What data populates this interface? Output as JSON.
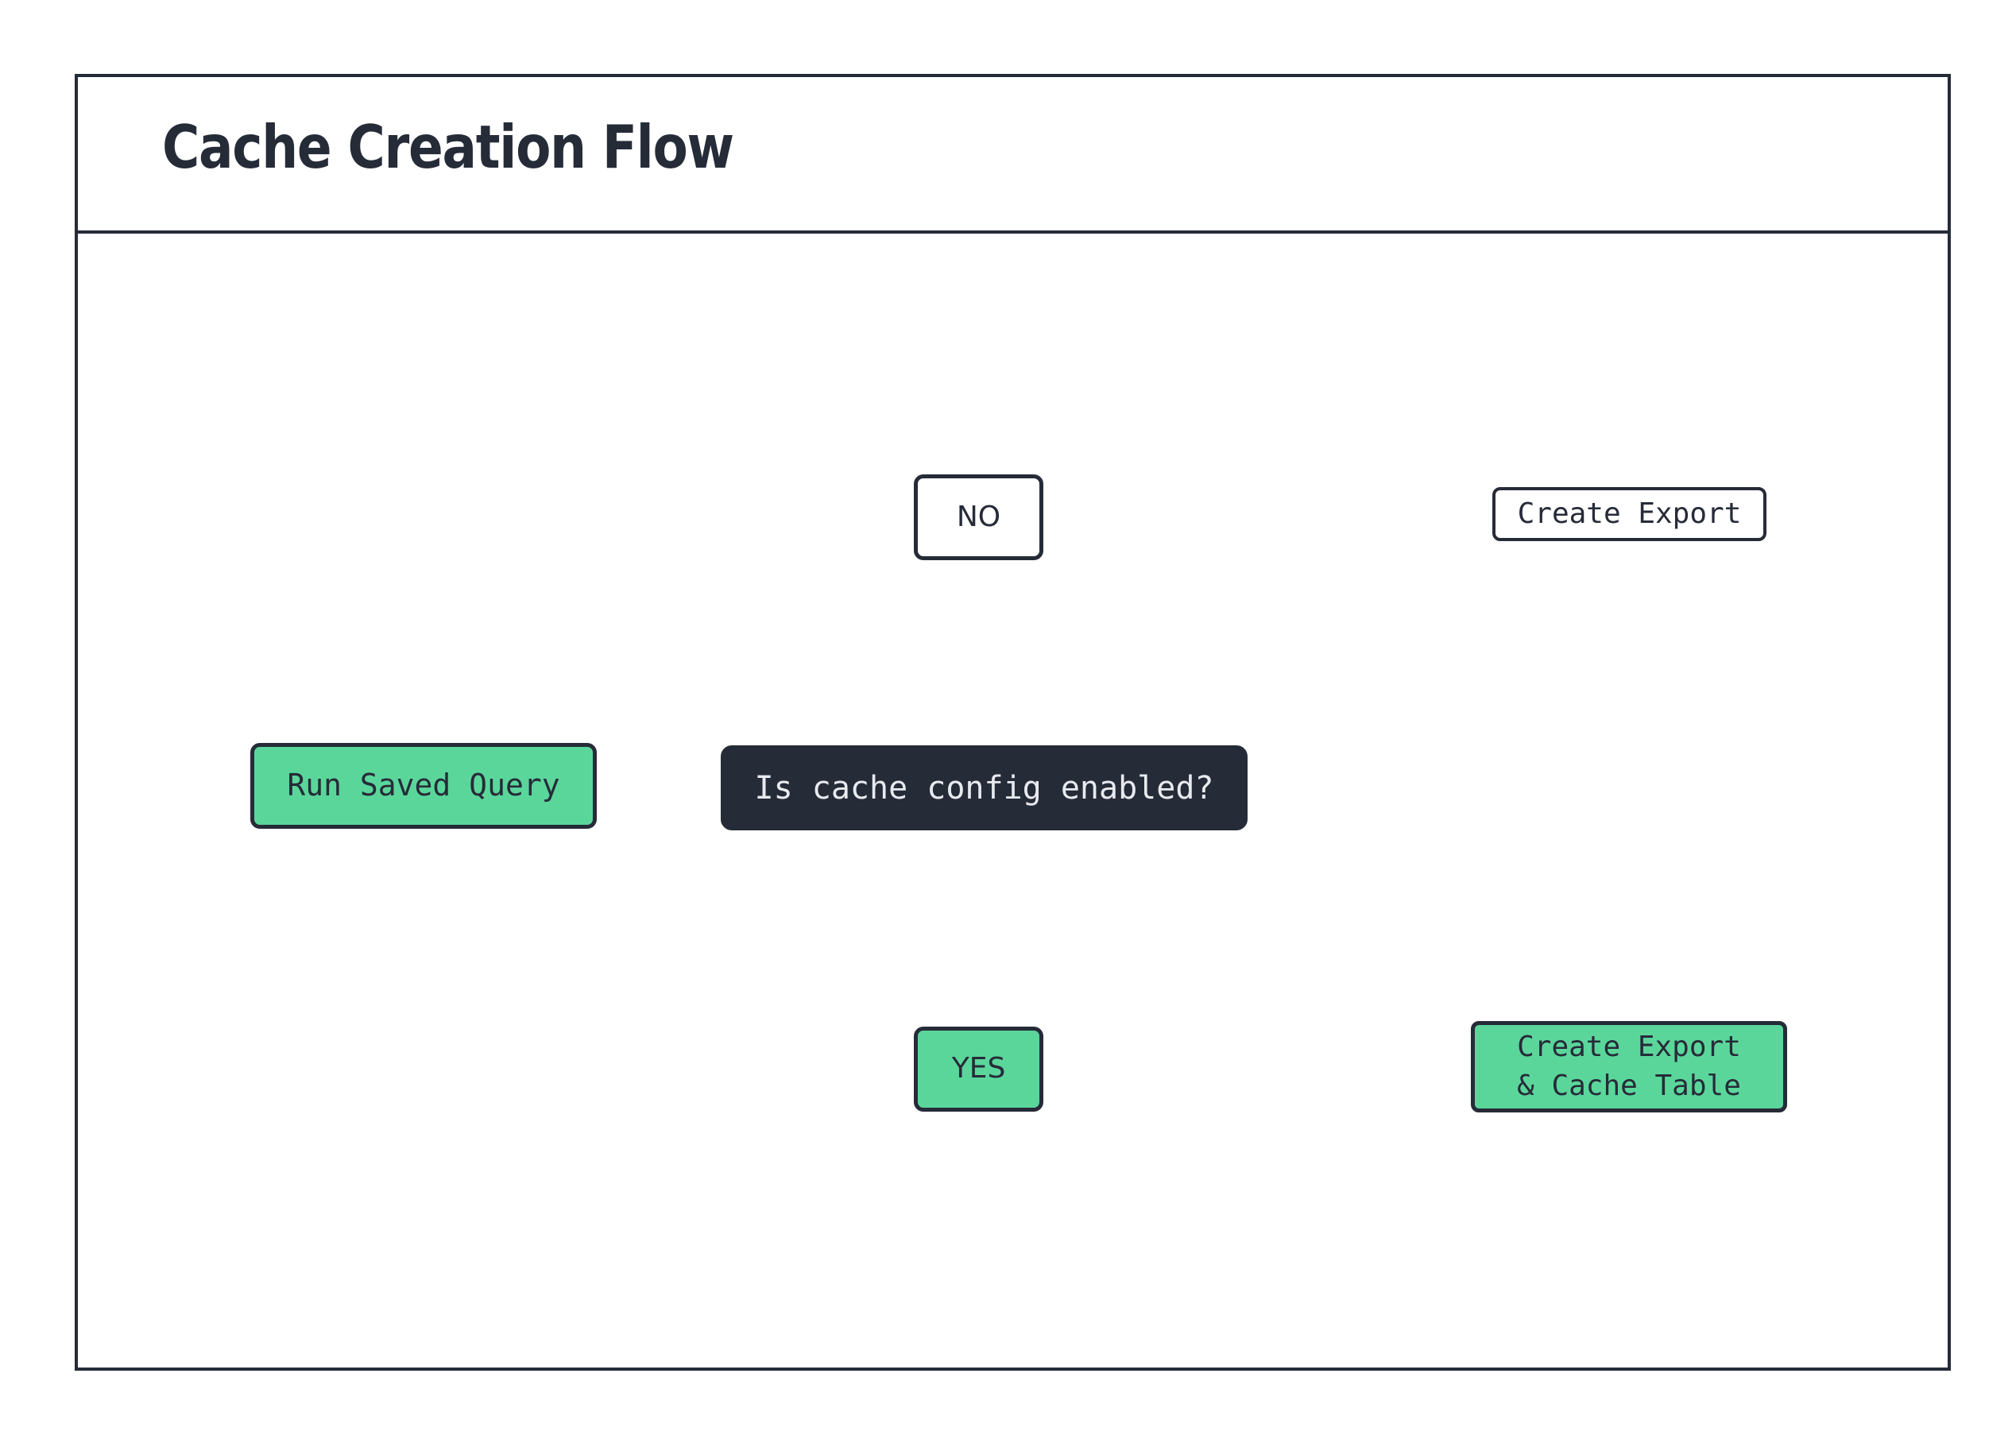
{
  "frame": {
    "title": "Cache Creation Flow"
  },
  "colors": {
    "ink": "#262b38",
    "green": "#5bd69b",
    "dark_fill": "#262b38",
    "dark_text": "#e8eaef",
    "page_bg": "#ffffff"
  },
  "nodes": {
    "run_saved_query": {
      "label": "Run Saved Query"
    },
    "decision": {
      "label": "Is cache config enabled?"
    },
    "branch_no": {
      "label": "NO"
    },
    "branch_yes": {
      "label": "YES"
    },
    "create_export": {
      "label": "Create Export"
    },
    "create_export_cache": {
      "label": "Create Export\n& Cache Table"
    }
  },
  "shapes": {
    "database_top": {
      "name": "database-cylinder"
    },
    "database_bottom": {
      "name": "database-cylinder"
    }
  },
  "edges": [
    {
      "from": "run_saved_query",
      "to": "decision",
      "label": ""
    },
    {
      "from": "decision",
      "to": "branch_no",
      "label": ""
    },
    {
      "from": "decision",
      "to": "branch_yes",
      "label": ""
    },
    {
      "from": "branch_no",
      "to": "database_top",
      "label": ""
    },
    {
      "from": "branch_yes",
      "to": "database_bottom",
      "label": ""
    }
  ]
}
